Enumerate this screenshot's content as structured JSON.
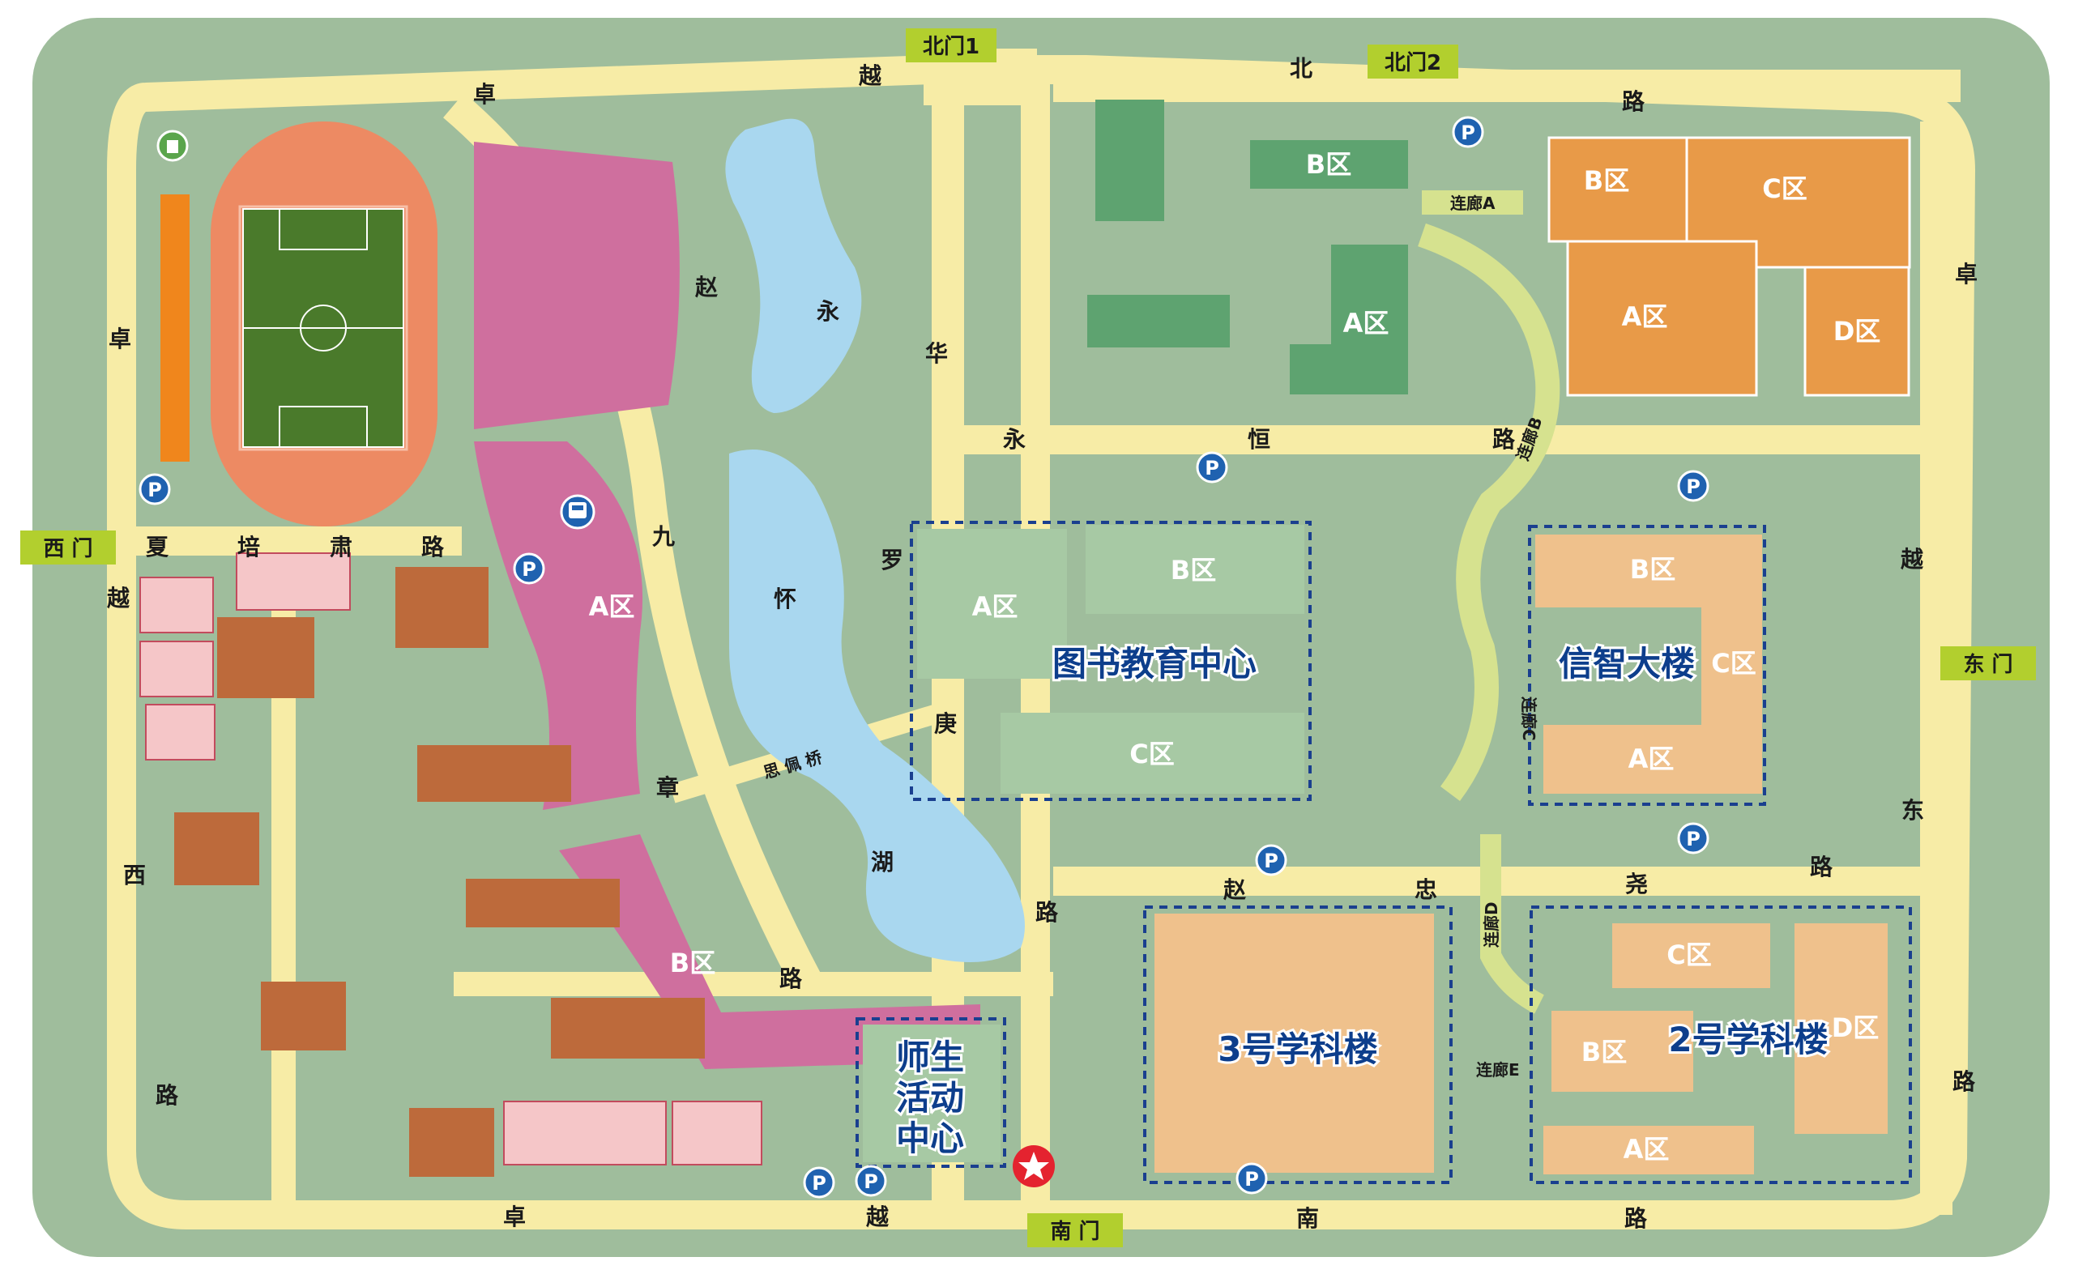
{
  "gates": {
    "north1": "北门1",
    "north2": "北门2",
    "west": "西 门",
    "east": "东 门",
    "south": "南 门"
  },
  "roads": {
    "north_road": [
      "越",
      "北",
      "路"
    ],
    "zhuo_top": "卓",
    "zhuo_left": "卓",
    "zhuo_right": "卓",
    "zhuo_bottom": "卓",
    "yue_bottom": "越",
    "nan": "南",
    "lu_bottom": "路",
    "xia_pei_su_road": [
      "夏",
      "培",
      "肃",
      "路"
    ],
    "yue_left": "越",
    "xi_road": [
      "西",
      "路"
    ],
    "zhao_vertical": "赵",
    "hua_yong": [
      "华",
      "永"
    ],
    "heng_road": [
      "恒",
      "路"
    ],
    "luo_geng_road": [
      "罗",
      "庚",
      "路"
    ],
    "jiu_zhang_road": [
      "九",
      "章",
      "路"
    ],
    "zhao_zhong_yao_road": [
      "赵",
      "忠",
      "尧",
      "路"
    ],
    "east_road": [
      "越",
      "东",
      "路"
    ]
  },
  "lake": {
    "chars": [
      "永",
      "怀",
      "湖"
    ],
    "bridge": "思 佩 桥"
  },
  "corridors": {
    "a": "连廊A",
    "b": "连廊B",
    "c": "连廊C",
    "d": "连廊D",
    "e": "连廊E"
  },
  "areas": {
    "dorm_a": "A区",
    "dorm_b": "B区",
    "green_b": "B区",
    "green_a": "A区",
    "orange_b": "B区",
    "orange_c": "C区",
    "orange_a": "A区",
    "orange_d": "D区",
    "lib_a": "A区",
    "lib_b": "B区",
    "lib_c": "C区",
    "xinzhi_b": "B区",
    "xinzhi_c": "C区",
    "xinzhi_a": "A区",
    "bldg2_c": "C区",
    "bldg2_b": "B区",
    "bldg2_d": "D区",
    "bldg2_a": "A区"
  },
  "buildings": {
    "library": "图书教育中心",
    "xinzhi": "信智大楼",
    "bldg3": "3号学科楼",
    "bldg2": "2号学科楼",
    "activity": [
      "师生",
      "活动",
      "中心"
    ]
  },
  "icons": {
    "parking": "P",
    "parking_count": 11,
    "bus": "bus-stop-icon",
    "recycle": "recycle-bin-icon",
    "you_are_here": "red-star-icon"
  },
  "colors": {
    "background_green": "#9fbd9c",
    "road_yellow": "#f7eca6",
    "dorm_pink": "#cf6f9e",
    "building_brown": "#bd6a3b",
    "orange_building": "#e89a48",
    "dark_green_building": "#5ea370",
    "pale_green_building": "#a7c9a4",
    "peach_building": "#efc18c",
    "lake_blue": "#a9d7ef",
    "track_salmon": "#ed8a63",
    "field_green": "#4a7a2b",
    "gate_green": "#b2cf2e",
    "title_blue": "#0d3e8c",
    "parking_blue": "#1f62b0"
  }
}
